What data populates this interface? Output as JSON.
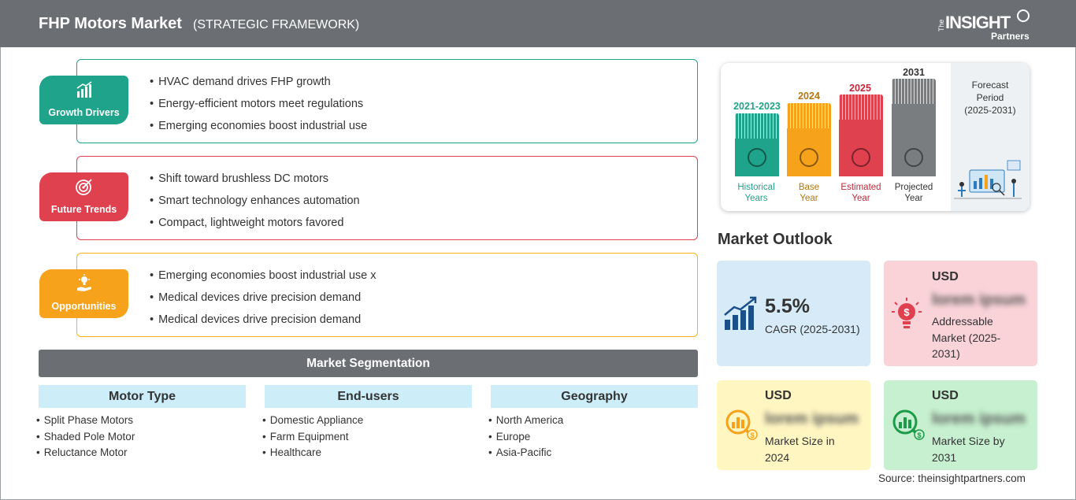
{
  "header": {
    "title": "FHP Motors Market",
    "subtitle": "(STRATEGIC FRAMEWORK)",
    "logo": {
      "the": "The",
      "insight": "INSIGHT",
      "partners": "Partners"
    }
  },
  "panels": {
    "growth_drivers": {
      "label": "Growth Drivers",
      "color": "#1fa38a",
      "items": [
        "HVAC demand drives FHP growth",
        "Energy-efficient motors meet regulations",
        "Emerging economies boost industrial use"
      ]
    },
    "future_trends": {
      "label": "Future Trends",
      "color": "#e0414f",
      "items": [
        "Shift toward brushless DC motors",
        "Smart technology enhances automation",
        "Compact, lightweight motors favored"
      ]
    },
    "opportunities": {
      "label": "Opportunities",
      "color": "#f6a21a",
      "items": [
        "Emerging economies boost industrial use x",
        "Medical devices drive precision demand",
        "Medical devices drive precision demand"
      ]
    }
  },
  "segmentation": {
    "title": "Market Segmentation",
    "columns": [
      {
        "heading": "Motor Type",
        "items": [
          "Split Phase Motors",
          "Shaded Pole Motor",
          "Reluctance Motor"
        ]
      },
      {
        "heading": "End-users",
        "items": [
          "Domestic Appliance",
          "Farm Equipment",
          "Healthcare"
        ]
      },
      {
        "heading": "Geography",
        "items": [
          "North America",
          "Europe",
          "Asia-Pacific"
        ]
      }
    ]
  },
  "timeline": {
    "periods": [
      {
        "year": "2021-2023",
        "line1": "Historical",
        "line2": "Years",
        "color": "#1fa38a",
        "icon": "history-icon"
      },
      {
        "year": "2024",
        "line1": "Base",
        "line2": "Year",
        "color": "#f6a21a",
        "icon": "calendar-icon"
      },
      {
        "year": "2025",
        "line1": "Estimated",
        "line2": "Year",
        "color": "#e0414f",
        "icon": "gears-icon"
      },
      {
        "year": "2031",
        "line1": "Projected",
        "line2": "Year",
        "color": "#7a7d80",
        "icon": "presentation-icon"
      }
    ],
    "forecast": {
      "line1": "Forecast",
      "line2": "Period",
      "line3": "(2025-2031)"
    }
  },
  "outlook": {
    "title": "Market Outlook",
    "cagr": {
      "value": "5.5%",
      "label": "CAGR (2025-2031)"
    },
    "addressable": {
      "currency": "USD",
      "value": "lorem ipsum",
      "label_lines": [
        "Addressable",
        "Market (2025-",
        "2031)"
      ]
    },
    "size_2024": {
      "currency": "USD",
      "value": "lorem ipsum",
      "label_lines": [
        "Market Size in",
        "2024"
      ]
    },
    "size_2031": {
      "currency": "USD",
      "value": "lorem ipsum",
      "label_lines": [
        "Market Size by",
        "2031"
      ]
    }
  },
  "source": "Source: theinsightpartners.com"
}
